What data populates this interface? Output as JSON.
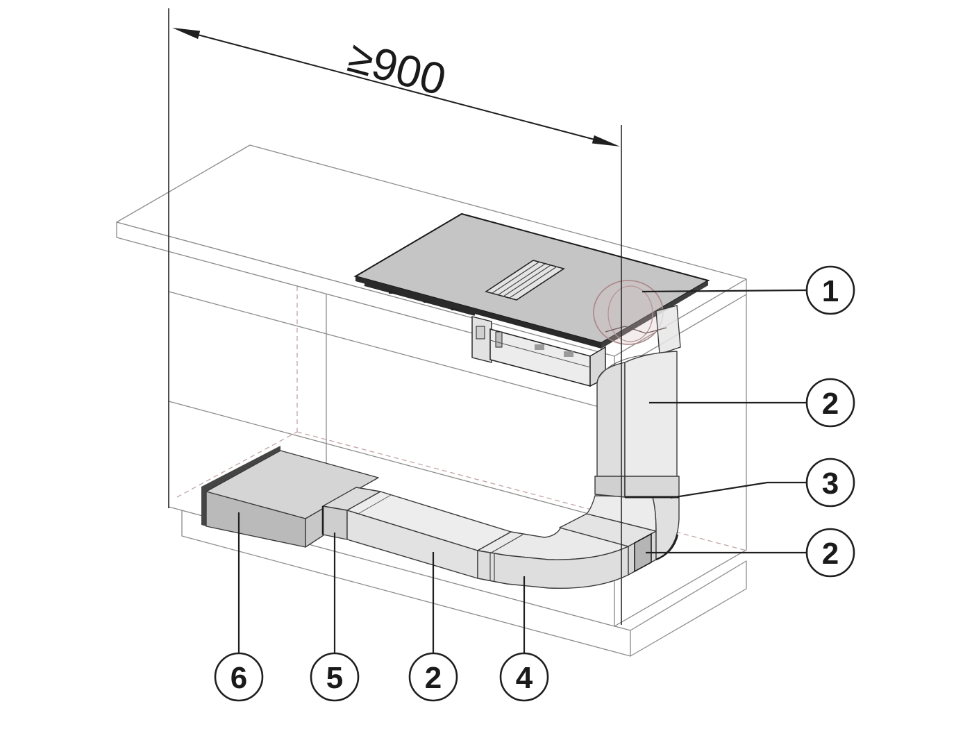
{
  "dimension": {
    "label": "≥900"
  },
  "callouts": [
    {
      "number": "1"
    },
    {
      "number": "2"
    },
    {
      "number": "3"
    },
    {
      "number": "2"
    },
    {
      "number": "6"
    },
    {
      "number": "5"
    },
    {
      "number": "2"
    },
    {
      "number": "4"
    }
  ]
}
